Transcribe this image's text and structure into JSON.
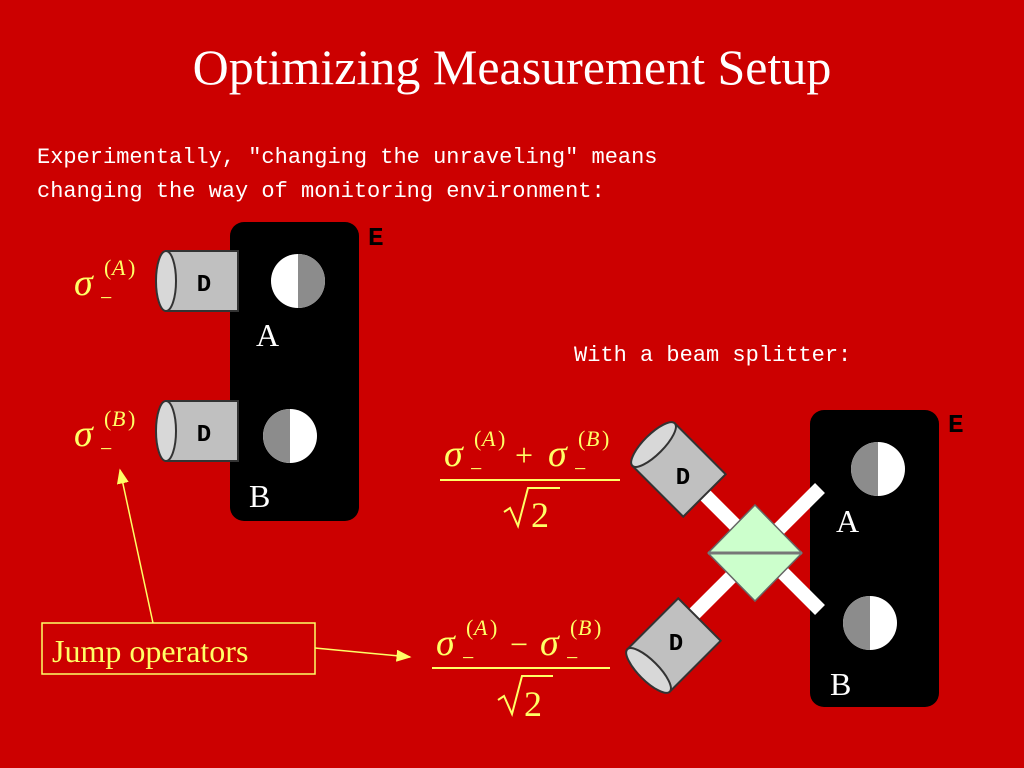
{
  "title": "Optimizing Measurement Setup",
  "intro": {
    "line1": "Experimentally, \"changing the unraveling\" means",
    "line2": "changing the way of monitoring environment:"
  },
  "beam_caption": "With a beam splitter:",
  "labels": {
    "env": "E",
    "detector": "D",
    "atom_a": "A",
    "atom_b": "B",
    "jump_operators": "Jump operators"
  },
  "math": {
    "sigma": "σ",
    "minus_sub": "−",
    "A": "A",
    "B": "B",
    "plus": "+",
    "minus": "−",
    "sqrt2": "2"
  },
  "colors": {
    "background": "#cc0000",
    "math": "#ffff66",
    "environment_box": "#000000",
    "beam_splitter": "#ccffcc"
  }
}
